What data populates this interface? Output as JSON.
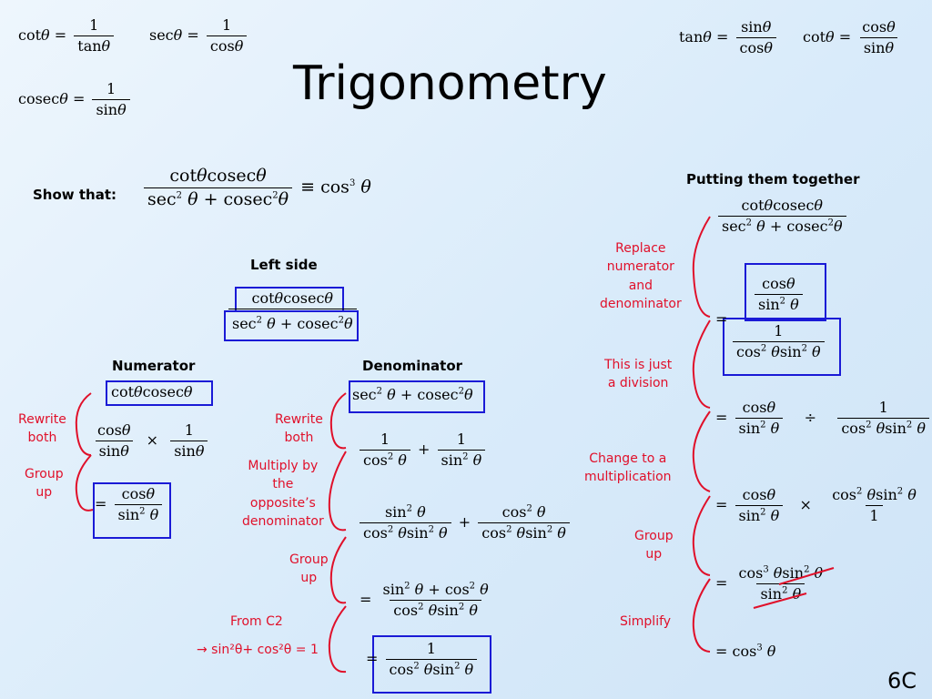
{
  "title": "Trigonometry",
  "page_label": "6C",
  "sym": {
    "cot": "cot",
    "sec": "sec",
    "cosec": "cosec",
    "tan": "tan",
    "sin": "sin",
    "cos": "cos",
    "theta": "θ",
    "one": "1",
    "eq": "=",
    "equiv": "≡",
    "plus": "+",
    "times": "×",
    "div": "÷",
    "two": "2",
    "three": "3"
  },
  "labels": {
    "show_that": "Show that:",
    "putting_together": "Putting them together",
    "left_side": "Left side",
    "numerator": "Numerator",
    "denominator": "Denominator"
  },
  "notes": {
    "rewrite_both_1": "Rewrite\nboth",
    "group_up_1": "Group\nup",
    "rewrite_both_2": "Rewrite\nboth",
    "multiply_by": "Multiply by\nthe\nopposite’s\ndenominator",
    "group_up_2": "Group\nup",
    "from_c2": "From C2",
    "identity": "→ sin²θ+ cos²θ = 1",
    "replace": "Replace\nnumerator\nand\ndenominator",
    "division": "This is just\na division",
    "change": "Change to a\nmultiplication",
    "group_up_3": "Group\nup",
    "simplify": "Simplify"
  },
  "colors": {
    "box": "#1a1ad6",
    "note": "#e0102a"
  }
}
